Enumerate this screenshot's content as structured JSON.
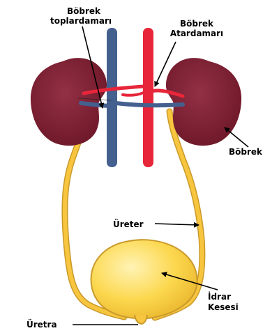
{
  "labels": {
    "renal_vein_line1": "Böbrek",
    "renal_vein_line2": "toplardamarı",
    "renal_artery_line1": "Böbrek",
    "renal_artery_line2": "Atardamarı",
    "kidney": "Böbrek",
    "ureter": "Üreter",
    "bladder_line1": "İdrar",
    "bladder_line2": "Kesesi",
    "urethra": "Üretra"
  },
  "colors": {
    "kidney": "#7a1f2f",
    "vein": "#44608f",
    "artery": "#e8263a",
    "urinary": "#f7c53e",
    "outline": "#c99a2b"
  }
}
